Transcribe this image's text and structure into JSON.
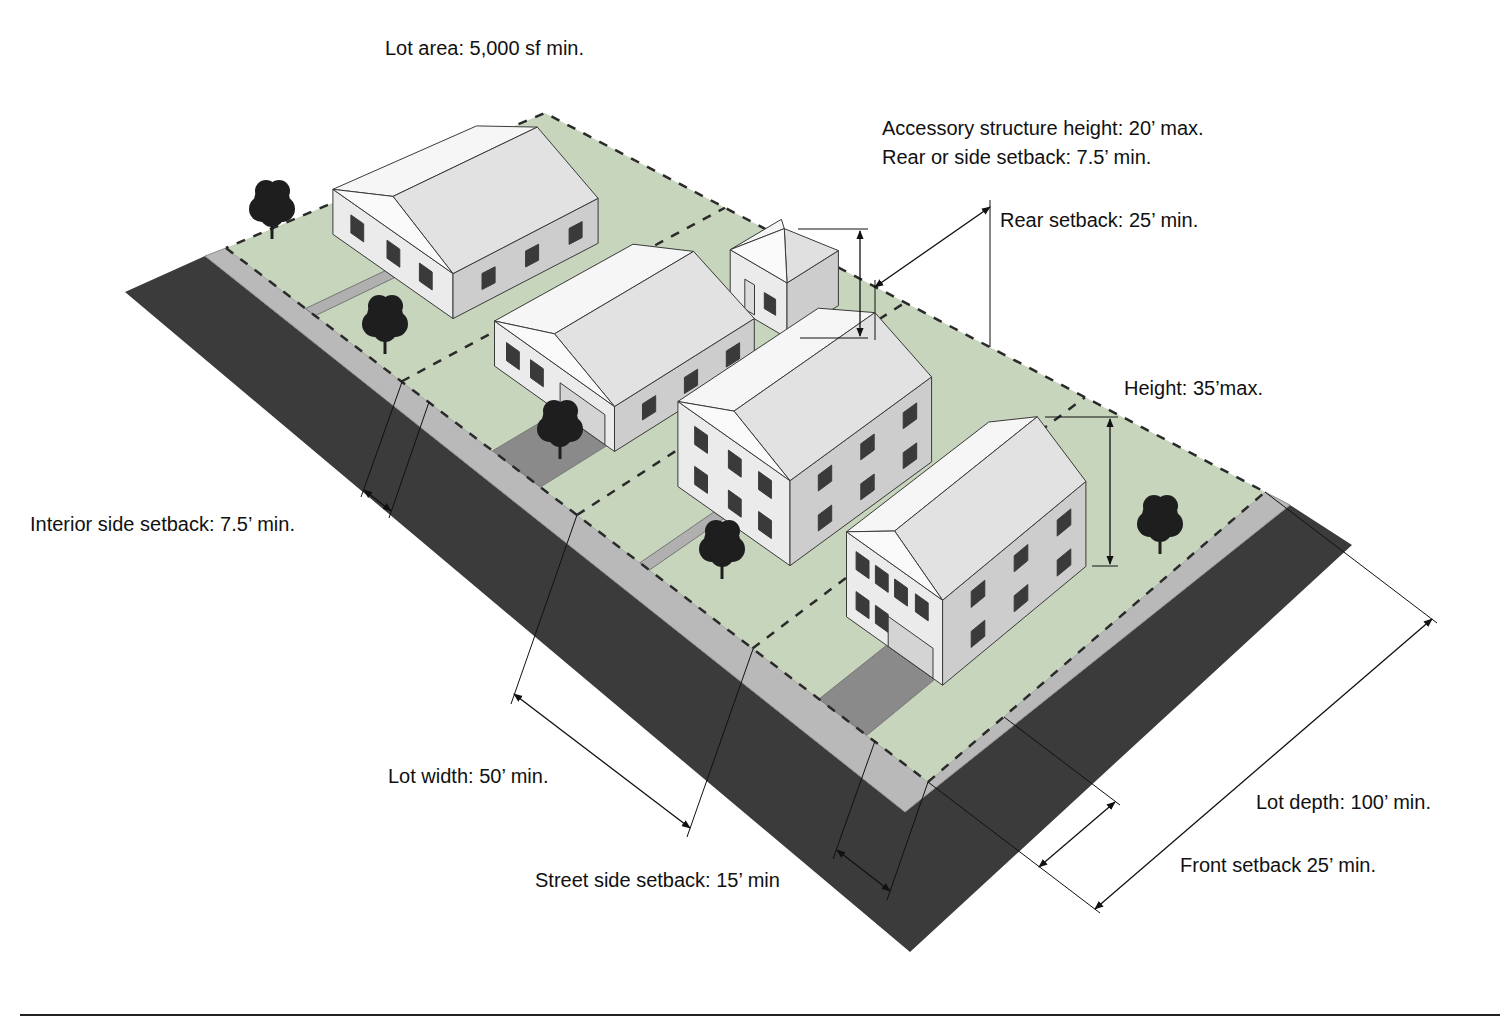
{
  "diagram": {
    "labels": [
      "Lot area: 5,000 sf min.",
      "Accessory structure height: 20’ max.",
      "Rear or side setback: 7.5’ min.",
      "Rear setback: 25’ min.",
      "Height: 35’max.",
      "Interior side setback: 7.5’ min.",
      "Lot width: 50’ min.",
      "Street side setback: 15’ min",
      "Lot depth: 100’ min.",
      "Front setback 25’ min."
    ]
  }
}
